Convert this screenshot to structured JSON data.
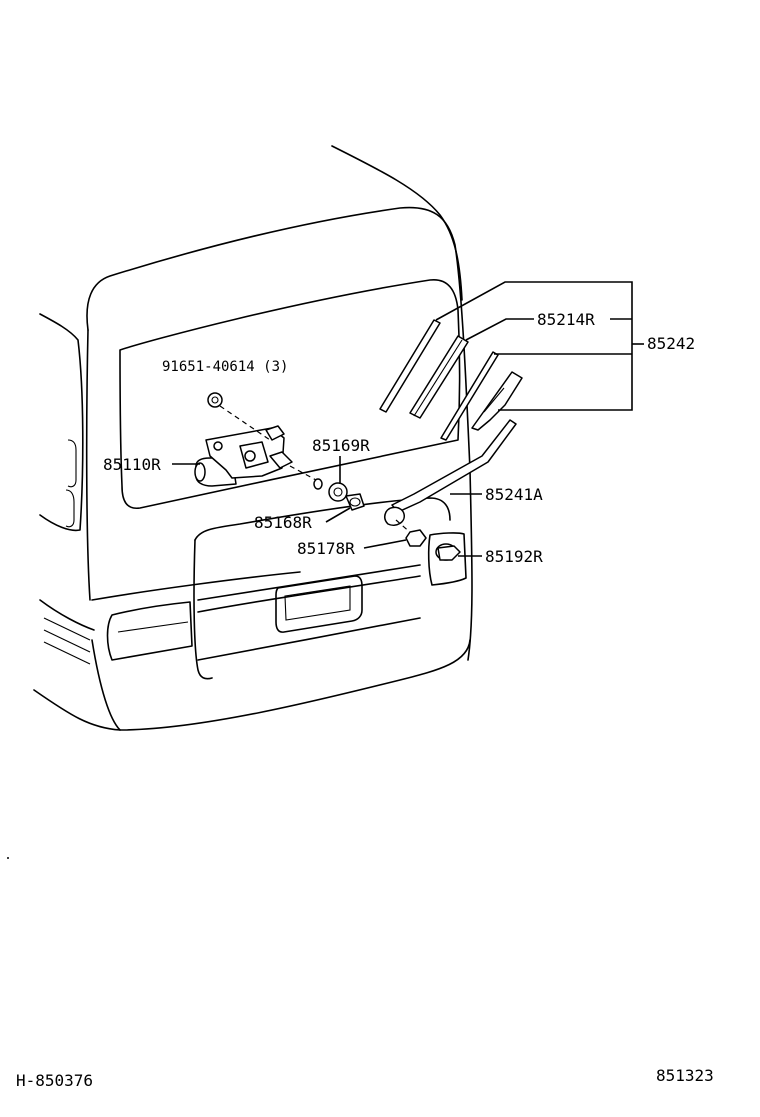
{
  "diagram": {
    "labels": {
      "p85214R": "85214R",
      "p85242": "85242",
      "p91651": "91651-40614 (3)",
      "p85169R": "85169R",
      "p85110R": "85110R",
      "p85241A": "85241A",
      "p85168R": "85168R",
      "p85178R": "85178R",
      "p85192R": "85192R"
    },
    "footer": {
      "left_code": "H-850376",
      "right_code": "851323"
    }
  }
}
